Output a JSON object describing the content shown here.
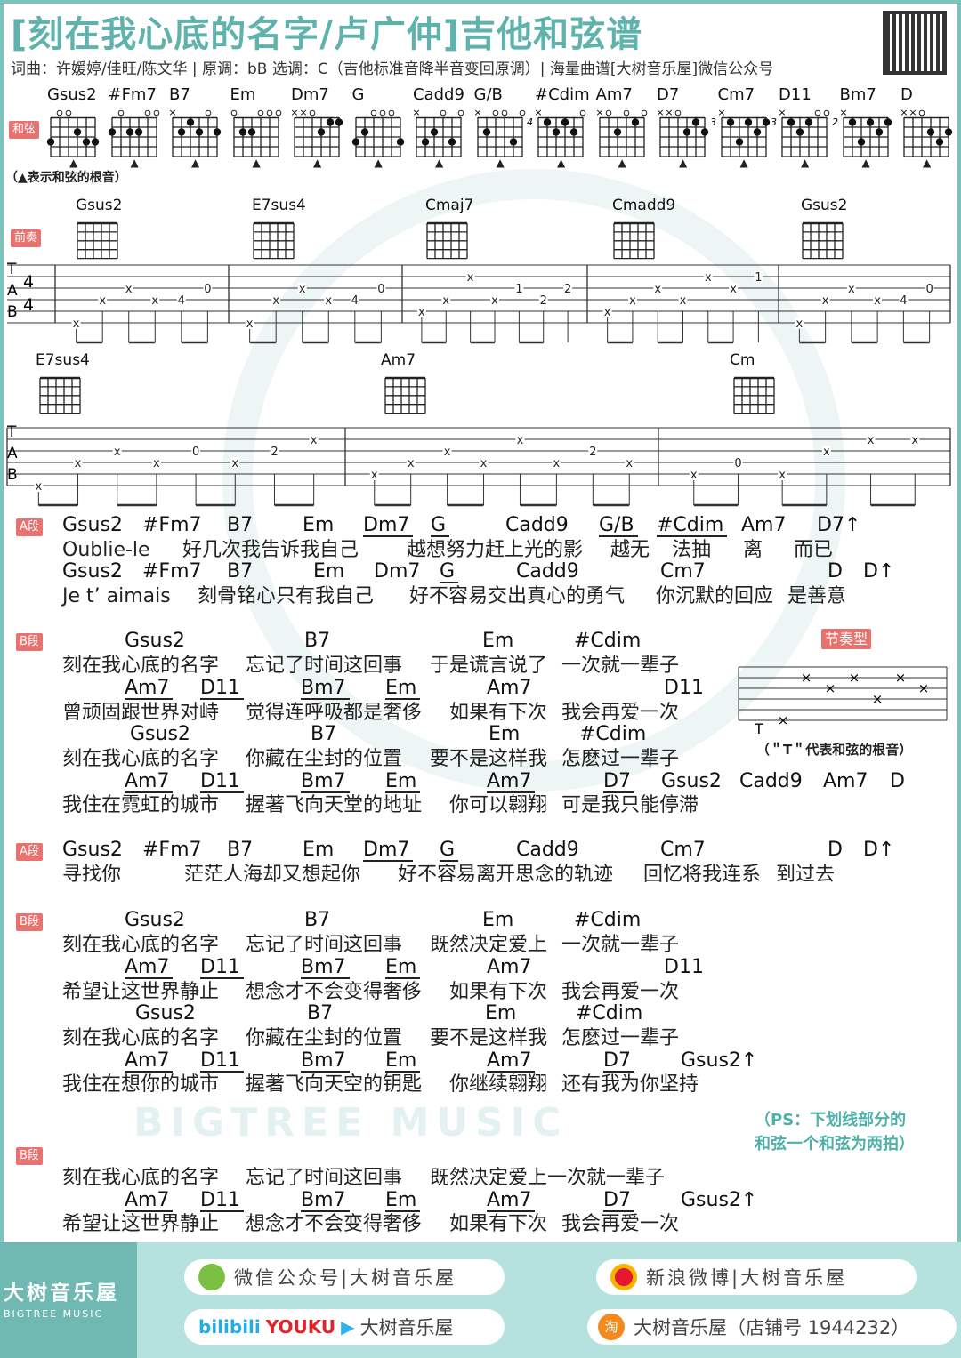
{
  "title": "[刻在我心底的名字/卢广仲]吉他和弦谱",
  "meta": "词曲：许媛婷/佳旺/陈文华 | 原调：bB  选调：C（吉他标准音降半音变回原调）| 海量曲谱[大树音乐屋]微信公众号",
  "chords_label": "和弦",
  "root_note": "（▲表示和弦的根音）",
  "chord_chart": [
    {
      "name": "Gsus2",
      "frets": [
        3,
        0,
        0,
        2,
        3,
        3
      ]
    },
    {
      "name": "#Fm7",
      "frets": [
        2,
        0,
        2,
        2,
        0,
        0
      ]
    },
    {
      "name": "B7",
      "frets": [
        -1,
        2,
        1,
        2,
        0,
        2
      ]
    },
    {
      "name": "Em",
      "frets": [
        0,
        2,
        2,
        0,
        0,
        0
      ]
    },
    {
      "name": "Dm7",
      "frets": [
        -1,
        -1,
        0,
        2,
        1,
        1
      ]
    },
    {
      "name": "G",
      "frets": [
        3,
        2,
        0,
        0,
        0,
        3
      ]
    },
    {
      "name": "Cadd9",
      "frets": [
        -1,
        3,
        2,
        0,
        3,
        0
      ]
    },
    {
      "name": "G/B",
      "frets": [
        -1,
        2,
        0,
        0,
        3,
        0
      ]
    },
    {
      "name": "#Cdim",
      "frets": [
        -1,
        1,
        2,
        1,
        2,
        0
      ],
      "base": "4"
    },
    {
      "name": "Am7",
      "frets": [
        -1,
        0,
        2,
        0,
        1,
        0
      ]
    },
    {
      "name": "D7",
      "frets": [
        -1,
        -1,
        0,
        2,
        1,
        2
      ]
    },
    {
      "name": "Cm7",
      "frets": [
        -1,
        1,
        3,
        1,
        2,
        1
      ],
      "base": "3"
    },
    {
      "name": "D11",
      "frets": [
        -1,
        1,
        2,
        1,
        0,
        0
      ],
      "base": "3"
    },
    {
      "name": "Bm7",
      "frets": [
        -1,
        1,
        3,
        1,
        2,
        1
      ],
      "base": "2"
    },
    {
      "name": "D",
      "frets": [
        -1,
        -1,
        0,
        2,
        3,
        2
      ]
    }
  ],
  "intro": {
    "label": "前奏",
    "time": [
      "4",
      "4"
    ],
    "tab_letters": [
      "T",
      "A",
      "B"
    ],
    "row1_chords": [
      "Gsus2",
      "E7sus4",
      "Cmaj7",
      "Cmadd9",
      "Gsus2"
    ],
    "row2_chords": [
      "E7sus4",
      "Am7",
      "Cm"
    ],
    "row1_measures": [
      [
        [
          6,
          "x"
        ],
        [
          4,
          "x"
        ],
        [
          3,
          "x"
        ],
        [
          4,
          "x"
        ],
        [
          4,
          "4"
        ],
        [
          3,
          "0"
        ]
      ],
      [
        [
          6,
          "x"
        ],
        [
          4,
          "x"
        ],
        [
          3,
          "x"
        ],
        [
          4,
          "x"
        ],
        [
          4,
          "4"
        ],
        [
          3,
          "0"
        ]
      ],
      [
        [
          5,
          "x"
        ],
        [
          4,
          "x"
        ],
        [
          2,
          "x"
        ],
        [
          4,
          "x"
        ],
        [
          3,
          "1"
        ],
        [
          4,
          "2"
        ],
        [
          3,
          "2"
        ]
      ],
      [
        [
          5,
          "x"
        ],
        [
          4,
          "x"
        ],
        [
          3,
          "x"
        ],
        [
          4,
          "x"
        ],
        [
          2,
          "x"
        ],
        [
          3,
          "x"
        ],
        [
          2,
          "1"
        ]
      ],
      [
        [
          6,
          "x"
        ],
        [
          4,
          "x"
        ],
        [
          3,
          "x"
        ],
        [
          4,
          "x"
        ],
        [
          4,
          "4"
        ],
        [
          3,
          "0"
        ]
      ]
    ],
    "row2_measures": [
      [
        [
          6,
          "x"
        ],
        [
          4,
          "x"
        ],
        [
          3,
          "x"
        ],
        [
          4,
          "x"
        ],
        [
          3,
          "0"
        ],
        [
          4,
          "x"
        ],
        [
          3,
          "2"
        ],
        [
          2,
          "x"
        ]
      ],
      [
        [
          5,
          "x"
        ],
        [
          4,
          "x"
        ],
        [
          3,
          "x"
        ],
        [
          4,
          "x"
        ],
        [
          2,
          "x"
        ],
        [
          4,
          "x"
        ],
        [
          3,
          "2"
        ],
        [
          4,
          "x"
        ]
      ],
      [
        [
          5,
          "x"
        ],
        [
          4,
          "0"
        ],
        [
          5,
          "x"
        ],
        [
          3,
          "x"
        ],
        [
          2,
          "x"
        ],
        [
          2,
          "x"
        ]
      ]
    ]
  },
  "rhythm": {
    "label": "节奏型",
    "note": "（＂T＂代表和弦的根音）",
    "root": "T"
  },
  "ps": "（PS：下划线部分的\n和弦一个和弦为两拍）",
  "watermark": "BIGTREE MUSIC",
  "sections": [
    {
      "label": "A段",
      "lines": [
        {
          "t": "c",
          "items": [
            "Gsus2",
            "#Fm7",
            "B7",
            "Em",
            "Dm7",
            "G",
            "Cadd9",
            "G/B",
            "#Cdim",
            "Am7",
            "D7↑"
          ],
          "underlined": [
            4,
            5,
            7,
            8
          ]
        },
        {
          "t": "l",
          "items": [
            "Oublie-le",
            "好几次我告诉我自己",
            "越想努力赶上光的影",
            "越无",
            "法抽",
            "离",
            "而已"
          ]
        },
        {
          "t": "c",
          "items": [
            "Gsus2",
            "#Fm7",
            "B7",
            "Em",
            "Dm7",
            "G",
            "Cadd9",
            "Cm7",
            "D",
            "D↑"
          ],
          "underlined": [
            5
          ]
        },
        {
          "t": "l",
          "items": [
            "Je t’ aimais",
            "刻骨铭心只有我自己",
            "好不容易交出真心的勇气",
            "你沉默的回应",
            "是善意"
          ]
        }
      ]
    },
    {
      "label": "B段",
      "lines": [
        {
          "t": "c",
          "items": [
            "Gsus2",
            "B7",
            "Em",
            "#Cdim"
          ]
        },
        {
          "t": "l",
          "items": [
            "刻在我心底的名字",
            "忘记了时间这回事",
            "于是谎言说了",
            "一次就一辈子"
          ]
        },
        {
          "t": "c",
          "items": [
            "Am7",
            "D11",
            "Bm7",
            "Em",
            "Am7",
            "D11"
          ],
          "underlined": [
            0,
            1,
            2,
            3
          ]
        },
        {
          "t": "l",
          "items": [
            "曾顽固跟世界对峙",
            "觉得连呼吸都是奢侈",
            "如果有下次",
            "我会再爱一次"
          ]
        },
        {
          "t": "c",
          "items": [
            "Gsus2",
            "B7",
            "Em",
            "#Cdim"
          ]
        },
        {
          "t": "l",
          "items": [
            "刻在我心底的名字",
            "你藏在尘封的位置",
            "要不是这样我",
            "怎麽过一辈子"
          ]
        },
        {
          "t": "c",
          "items": [
            "Am7",
            "D11",
            "Bm7",
            "Em",
            "Am7",
            "D7",
            "Gsus2",
            "Cadd9",
            "Am7",
            "D"
          ],
          "underlined": [
            0,
            1,
            2,
            3,
            4,
            5
          ]
        },
        {
          "t": "l",
          "items": [
            "我住在霓虹的城市",
            "握著飞向天堂的地址",
            "你可以翱翔",
            "可是我只能停滞"
          ]
        }
      ]
    },
    {
      "label": "A段",
      "lines": [
        {
          "t": "c",
          "items": [
            "Gsus2",
            "#Fm7",
            "B7",
            "Em",
            "Dm7",
            "G",
            "Cadd9",
            "Cm7",
            "D",
            "D↑"
          ],
          "underlined": [
            4,
            5
          ]
        },
        {
          "t": "l",
          "items": [
            "寻找你",
            "茫茫人海却又想起你",
            "好不容易离开思念的轨迹",
            "回忆将我连系",
            "到过去"
          ]
        }
      ]
    },
    {
      "label": "B段",
      "lines": [
        {
          "t": "c",
          "items": [
            "Gsus2",
            "B7",
            "Em",
            "#Cdim"
          ]
        },
        {
          "t": "l",
          "items": [
            "刻在我心底的名字",
            "忘记了时间这回事",
            "既然决定爱上",
            "一次就一辈子"
          ]
        },
        {
          "t": "c",
          "items": [
            "Am7",
            "D11",
            "Bm7",
            "Em",
            "Am7",
            "D11"
          ],
          "underlined": [
            0,
            1,
            2,
            3
          ]
        },
        {
          "t": "l",
          "items": [
            "希望让这世界静止",
            "想念才不会变得奢侈",
            "如果有下次",
            "我会再爱一次"
          ]
        },
        {
          "t": "c",
          "items": [
            "Gsus2",
            "B7",
            "Em",
            "#Cdim"
          ]
        },
        {
          "t": "l",
          "items": [
            "刻在我心底的名字",
            "你藏在尘封的位置",
            "要不是这样我",
            "怎麽过一辈子"
          ]
        },
        {
          "t": "c",
          "items": [
            "Am7",
            "D11",
            "Bm7",
            "Em",
            "Am7",
            "D7",
            "Gsus2↑"
          ],
          "underlined": [
            0,
            1,
            2,
            3,
            4,
            5
          ]
        },
        {
          "t": "l",
          "items": [
            "我住在想你的城市",
            "握著飞向天空的钥匙",
            "你继续翱翔",
            "还有我为你坚持"
          ]
        }
      ]
    },
    {
      "label": "B段",
      "lines": [
        {
          "t": "l",
          "items": [
            "刻在我心底的名字",
            "忘记了时间这回事",
            "既然决定爱上一次就一辈子"
          ]
        },
        {
          "t": "c",
          "items": [
            "Am7",
            "D11",
            "Bm7",
            "Em",
            "Am7",
            "D7",
            "Gsus2↑"
          ],
          "underlined": [
            0,
            1,
            2,
            3,
            4,
            5
          ]
        },
        {
          "t": "l",
          "items": [
            "希望让这世界静止",
            "想念才不会变得奢侈",
            "如果有下次",
            "我会再爱一次"
          ]
        }
      ]
    }
  ],
  "footer": {
    "brand": "大树音乐屋",
    "brand_en": "BIGTREE MUSIC",
    "wechat": "微信公众号|大树音乐屋",
    "weibo": "新浪微博|大树音乐屋",
    "bilibili": "bilibili",
    "youku": "YOUKU",
    "video": "大树音乐屋",
    "taobao": "大树音乐屋（店铺号 1944232）",
    "taobao_icon": "淘"
  }
}
